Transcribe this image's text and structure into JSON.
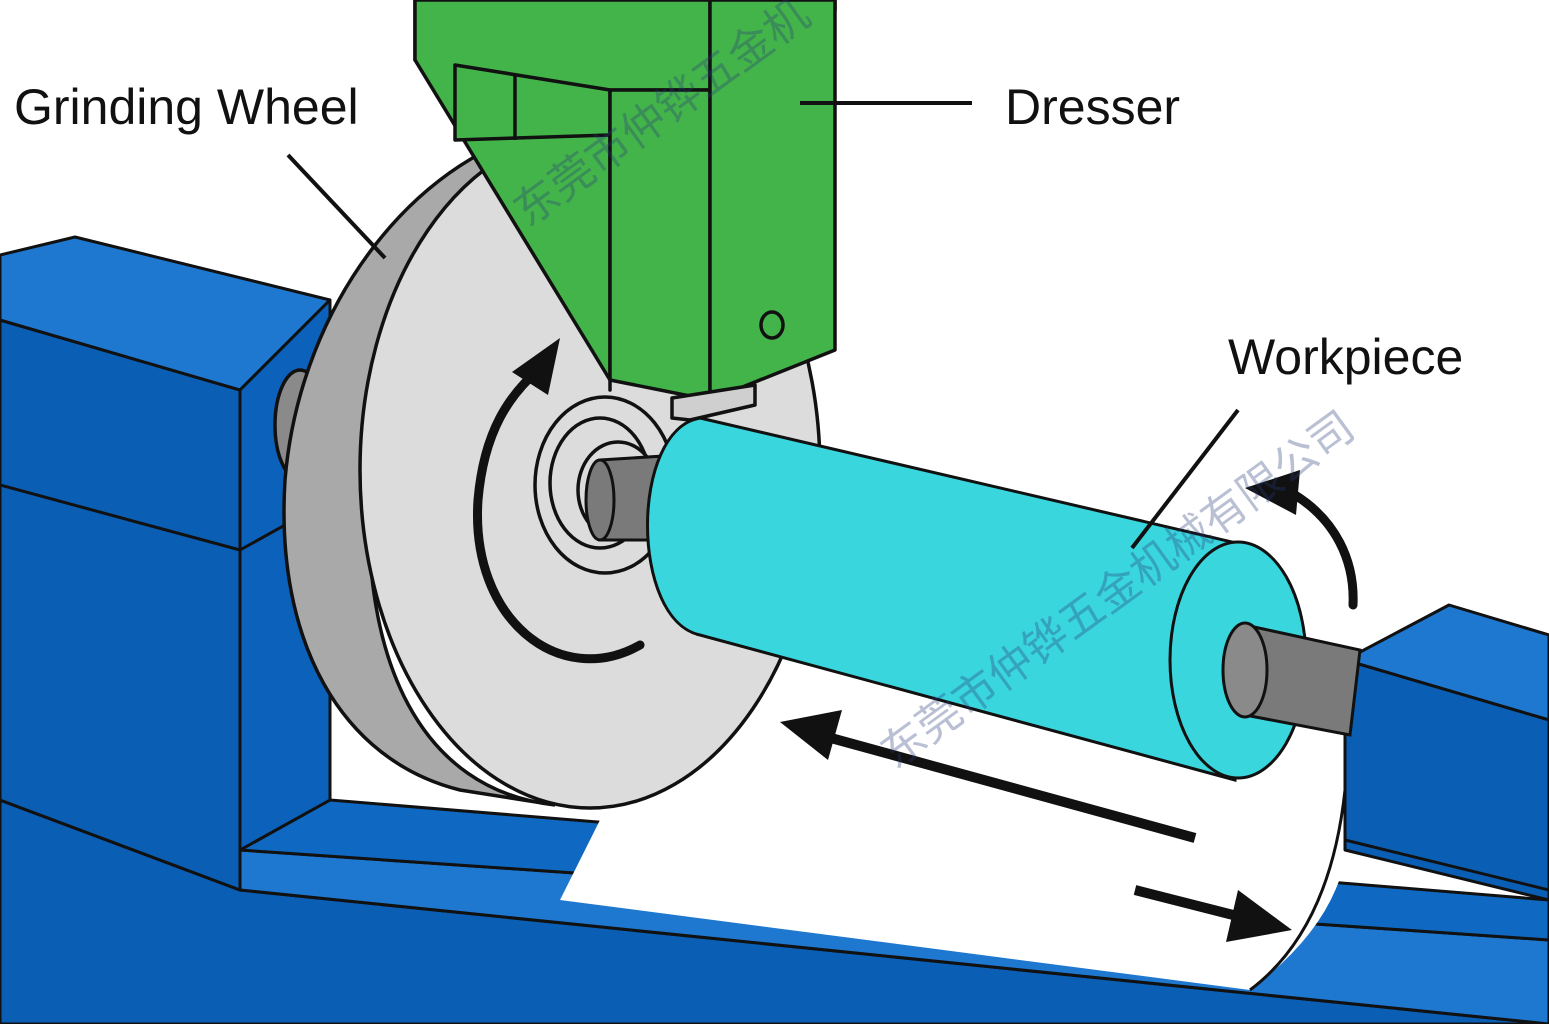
{
  "labels": {
    "grinding_wheel": "Grinding Wheel",
    "dresser": "Dresser",
    "workpiece": "Workpiece"
  },
  "watermark": {
    "upper": "东莞市仲铧五金机",
    "lower": "东莞市仲铧五金机械有限公司"
  },
  "colors": {
    "machine_base": "#0a5fb5",
    "machine_base_top": "#1e78d0",
    "dresser": "#43b44a",
    "workpiece": "#3ad6de",
    "wheel": "#dcdcdc",
    "wheel_side": "#a9a9a9",
    "shaft": "#7a7a7a",
    "outline": "#111111"
  }
}
